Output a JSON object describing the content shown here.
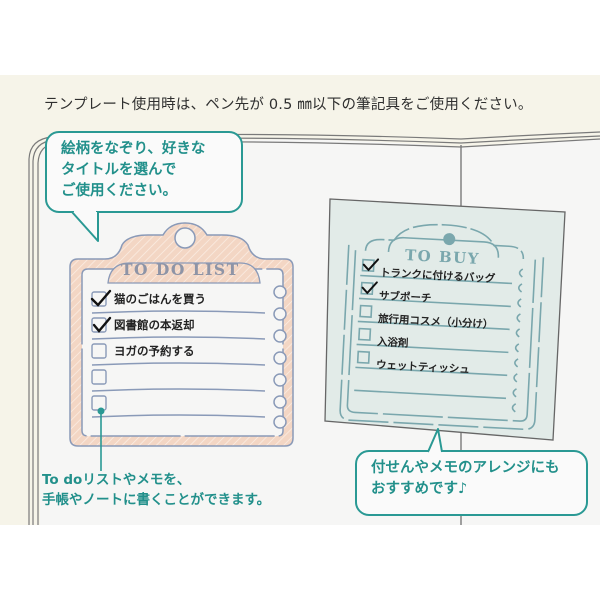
{
  "notice": "テンプレート使用時は、ペン先が 0.5 ㎜以下の筆記具をご使用ください。",
  "bubble_top": {
    "lines": [
      "絵柄をなぞり、好きな",
      "タイトルを選んで",
      "ご使用ください。"
    ]
  },
  "todo_list": {
    "title": "TO DO LIST",
    "items": [
      {
        "label": "猫のごはんを買う",
        "checked": true
      },
      {
        "label": "図書館の本返却",
        "checked": true
      },
      {
        "label": "ヨガの予約する",
        "checked": false
      },
      {
        "label": "",
        "checked": false
      },
      {
        "label": "",
        "checked": false
      }
    ]
  },
  "to_buy": {
    "title": "TO BUY",
    "items": [
      {
        "label": "トランクに付けるバッグ",
        "checked": true
      },
      {
        "label": "サブポーチ",
        "checked": true
      },
      {
        "label": "旅行用コスメ（小分け）",
        "checked": false
      },
      {
        "label": "入浴剤",
        "checked": false
      },
      {
        "label": "ウェットティッシュ",
        "checked": false
      }
    ]
  },
  "caption_bottom": {
    "lines": [
      "To doリストやメモを、",
      "手帳やノートに書くことができます。"
    ]
  },
  "bubble_bottom": {
    "lines": [
      "付せんやメモのアレンジにも",
      "おすすめです♪"
    ]
  },
  "colors": {
    "background": "#f6f4e9",
    "accent_teal": "#2a9994",
    "todo_fill": "#f3d6c4",
    "todo_stroke": "#8a9ab8",
    "sticky_fill": "#e2ebe8",
    "sticky_stroke": "#7aa7ad"
  }
}
